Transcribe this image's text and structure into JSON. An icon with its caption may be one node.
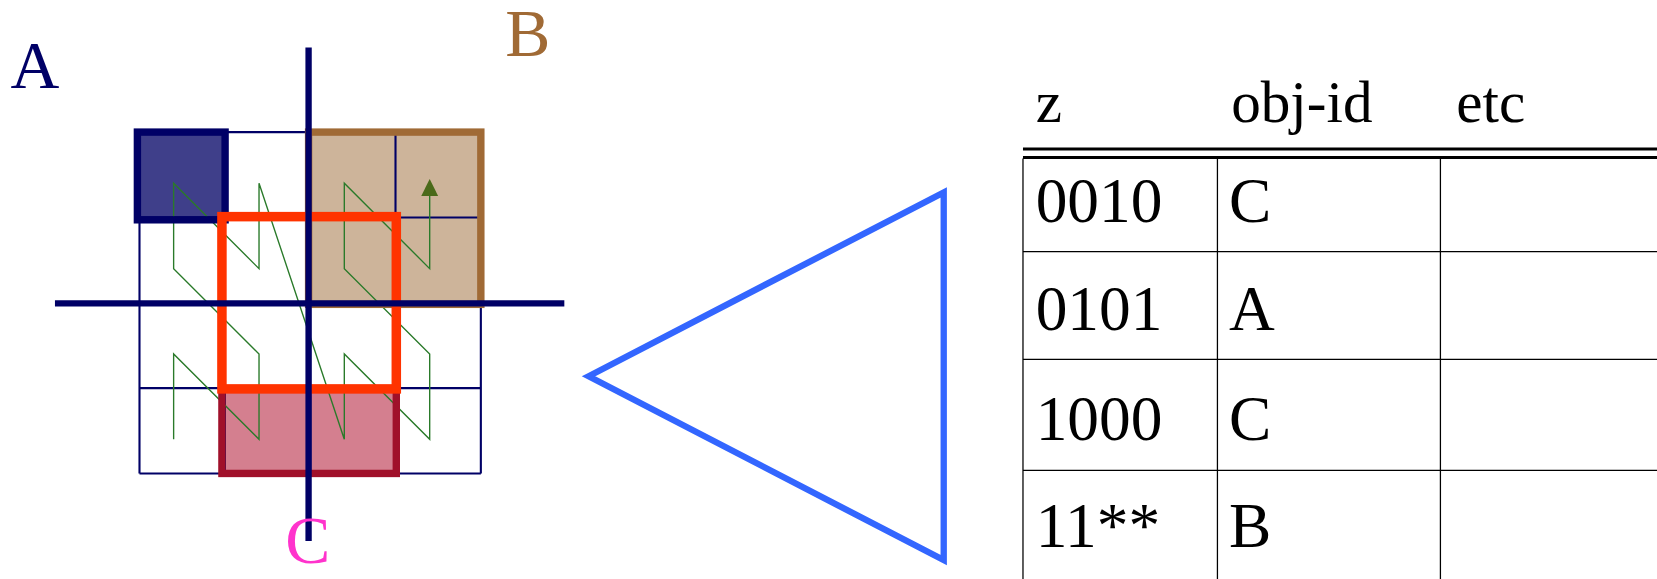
{
  "diagram": {
    "nodes": [
      {
        "text": [],
        "shape": "triangle"
      }
    ],
    "labels": [
      "A",
      "B",
      "C",
      "z",
      "obj-id",
      "etc",
      "0010",
      "C",
      "0101",
      "A",
      "1000",
      "C",
      "11**",
      "B"
    ]
  }
}
